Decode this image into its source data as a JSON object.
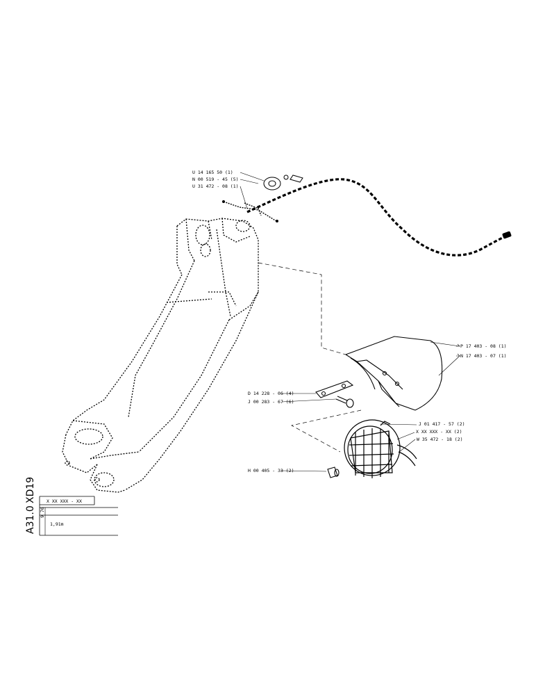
{
  "document": {
    "code_top": "XD19",
    "code_bottom": "A31.0"
  },
  "title_block": {
    "part_code": "X XX XXX - XX",
    "date": "9 76",
    "length": "1,91m"
  },
  "callouts": {
    "cable_a": "U 14 165 50 (1)",
    "cable_b": "N 00 519 - 45 (5)",
    "cable_c": "U 31 472 - 08 (1)",
    "guard_right": "P 17 403 - 08 (1)",
    "guard_left": "N 17 403 - 07 (1)",
    "bracket": "D 14 228 - 06 (4)",
    "bracket_bolt": "J 00 283 - 67 (6)",
    "lamp_ring": "J 01 417 - 57 (2)",
    "lamp_unit": "X XX XXX - XX (2)",
    "lamp_wire": "W 35 472 - 18 (2)",
    "lamp_bulb": "H 00 405 - 33 (2)"
  }
}
